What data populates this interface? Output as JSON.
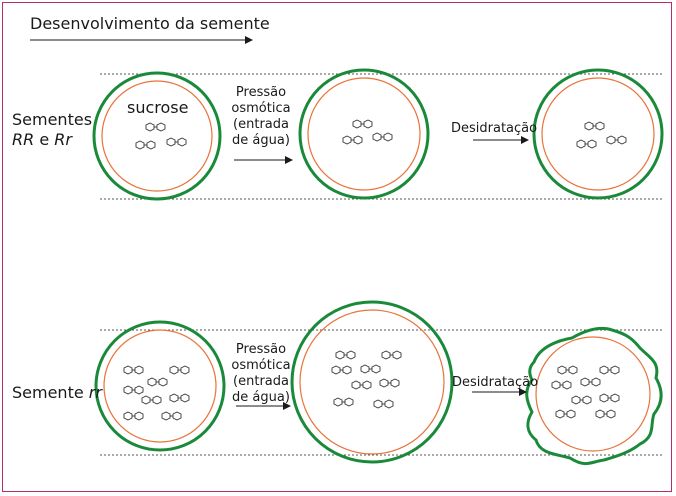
{
  "title": "Desenvolvimento da semente",
  "row_top": {
    "label_line1": "Sementes",
    "label_line2_a": "RR",
    "label_line2_b": " e ",
    "label_line2_c": "Rr",
    "sucrose_label": "sucrose",
    "step1_line1": "Pressão",
    "step1_line2": "osmótica",
    "step1_line3": "(entrada",
    "step1_line4": "de água)",
    "step2": "Desidratação"
  },
  "row_bottom": {
    "label_a": "Semente ",
    "label_b": "rr",
    "step1_line1": "Pressão",
    "step1_line2": "osmótica",
    "step1_line3": "(entrada",
    "step1_line4": "de água)",
    "step2": "Desidratação"
  },
  "colors": {
    "seed_coat": "#1a8a3a",
    "membrane": "#e8733a",
    "frame": "#b0306a",
    "dotted": "#555555"
  }
}
